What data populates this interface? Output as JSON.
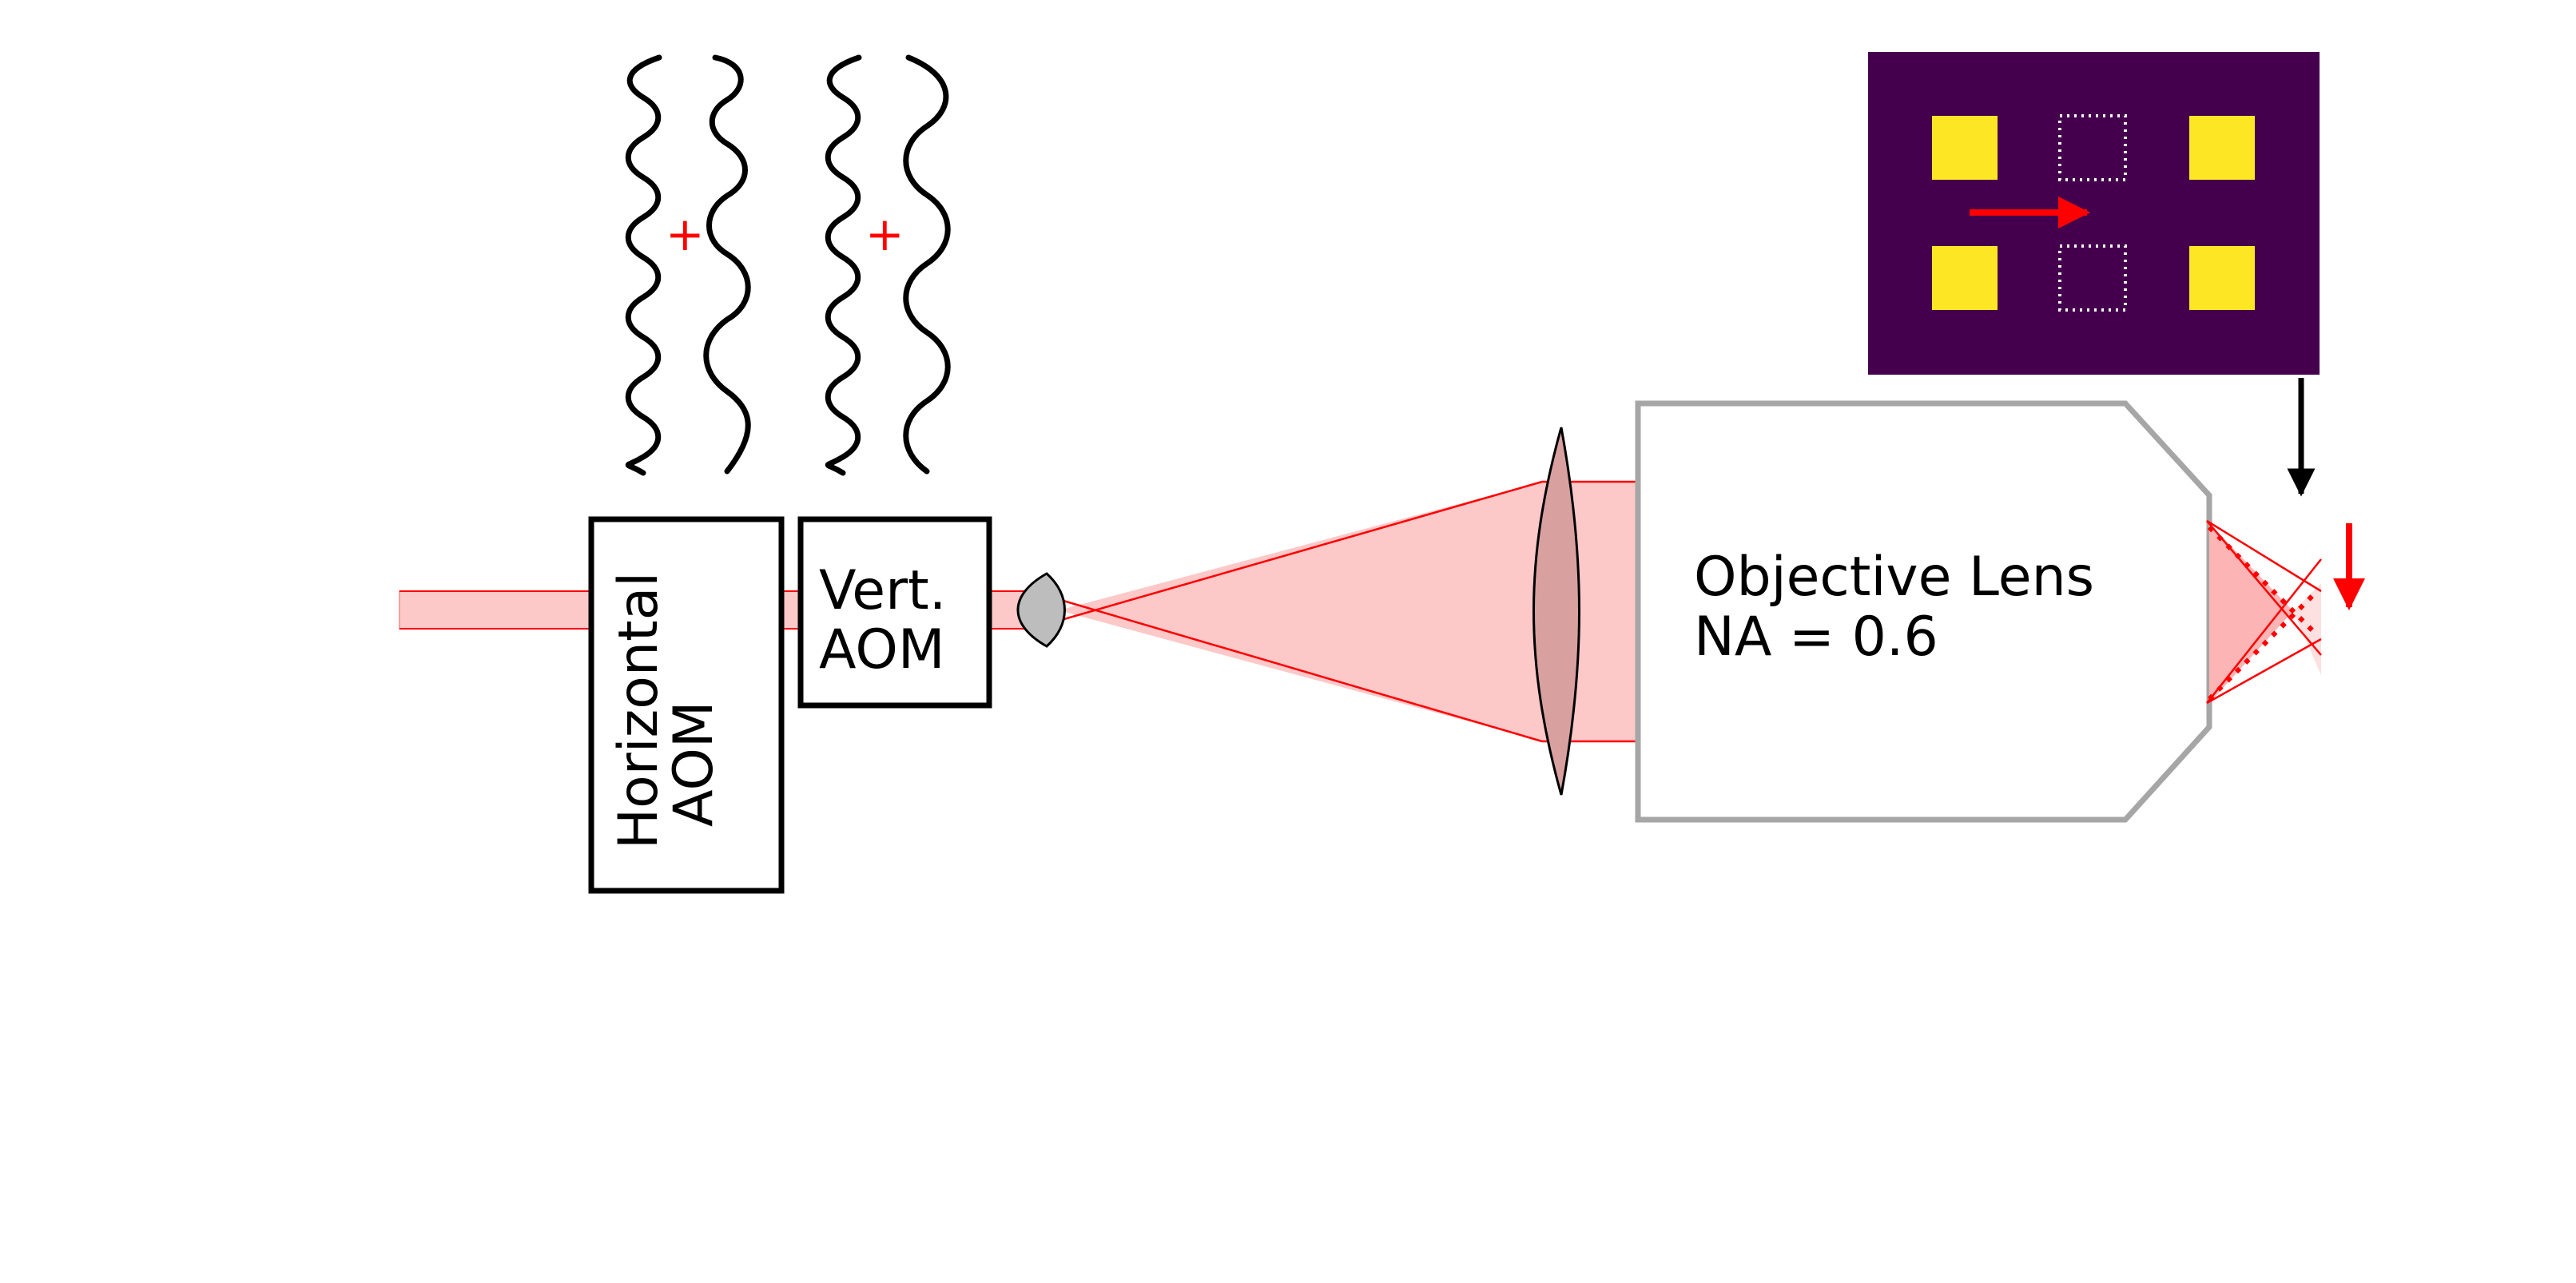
{
  "labels": {
    "horizontal_aom_line1": "Horizontal",
    "horizontal_aom_line2": "AOM",
    "vertical_aom_line1": "Vert.",
    "vertical_aom_line2": "AOM",
    "objective_line1": "Objective Lens",
    "objective_line2": "NA = 0.6",
    "rf_combine_symbol_1": "+",
    "rf_combine_symbol_2": "+"
  },
  "colors": {
    "beam_fill": "#fcc8c8",
    "beam_line": "#ff0000",
    "inset_background": "#44004d",
    "trap_site": "#fde725",
    "empty_site_outline": "#ffffff",
    "objective_outline": "#a6a6a6",
    "lens_fill_small": "#bdbdbd",
    "lens_fill_large": "#d9a0a0"
  },
  "inset_grid": {
    "rows": 2,
    "cols": 3,
    "sites": [
      [
        "filled",
        "empty",
        "filled"
      ],
      [
        "filled",
        "empty",
        "filled"
      ]
    ]
  },
  "icons": {
    "move_right_arrow": "red-right-arrow-icon",
    "move_down_arrow": "red-down-arrow-icon",
    "pointer_arrow": "black-down-arrow-icon"
  }
}
